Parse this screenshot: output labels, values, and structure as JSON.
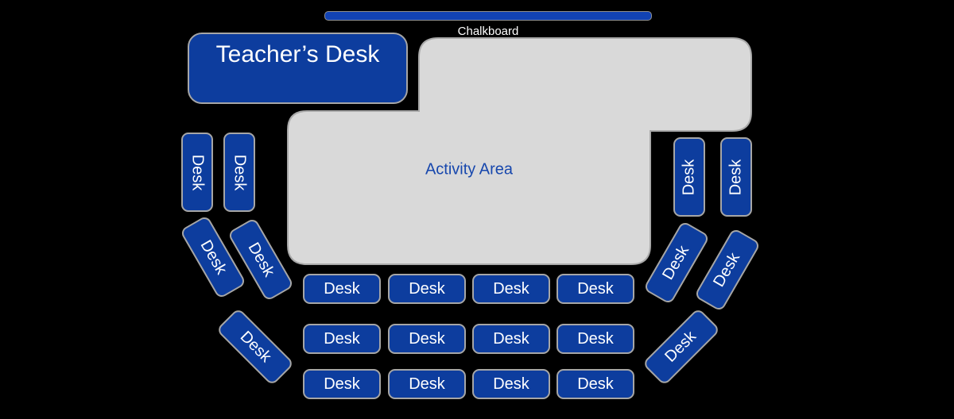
{
  "diagram": {
    "type": "classroom-seating-layout",
    "chalkboard": {
      "label": "Chalkboard"
    },
    "teachers_desk": {
      "label": "Teacher’s Desk"
    },
    "activity_area": {
      "label": "Activity Area"
    },
    "student_desk_label": "Desk",
    "groups": {
      "left_wall_column_desks": 2,
      "left_arc_desks": 3,
      "right_wall_column_desks": 2,
      "right_arc_desks": 3,
      "center_grid": {
        "rows": 3,
        "cols": 4
      },
      "total_student_desks": 22
    }
  },
  "colors": {
    "background": "#000000",
    "desk_fill": "#0d3d9e",
    "desk_border": "#a6a6a6",
    "chalkboard_fill": "#1243b4",
    "activity_area_fill": "#d9d9d9",
    "activity_area_border": "#a9a9a9",
    "activity_area_text": "#1747ad",
    "furniture_text": "#ffffff"
  }
}
